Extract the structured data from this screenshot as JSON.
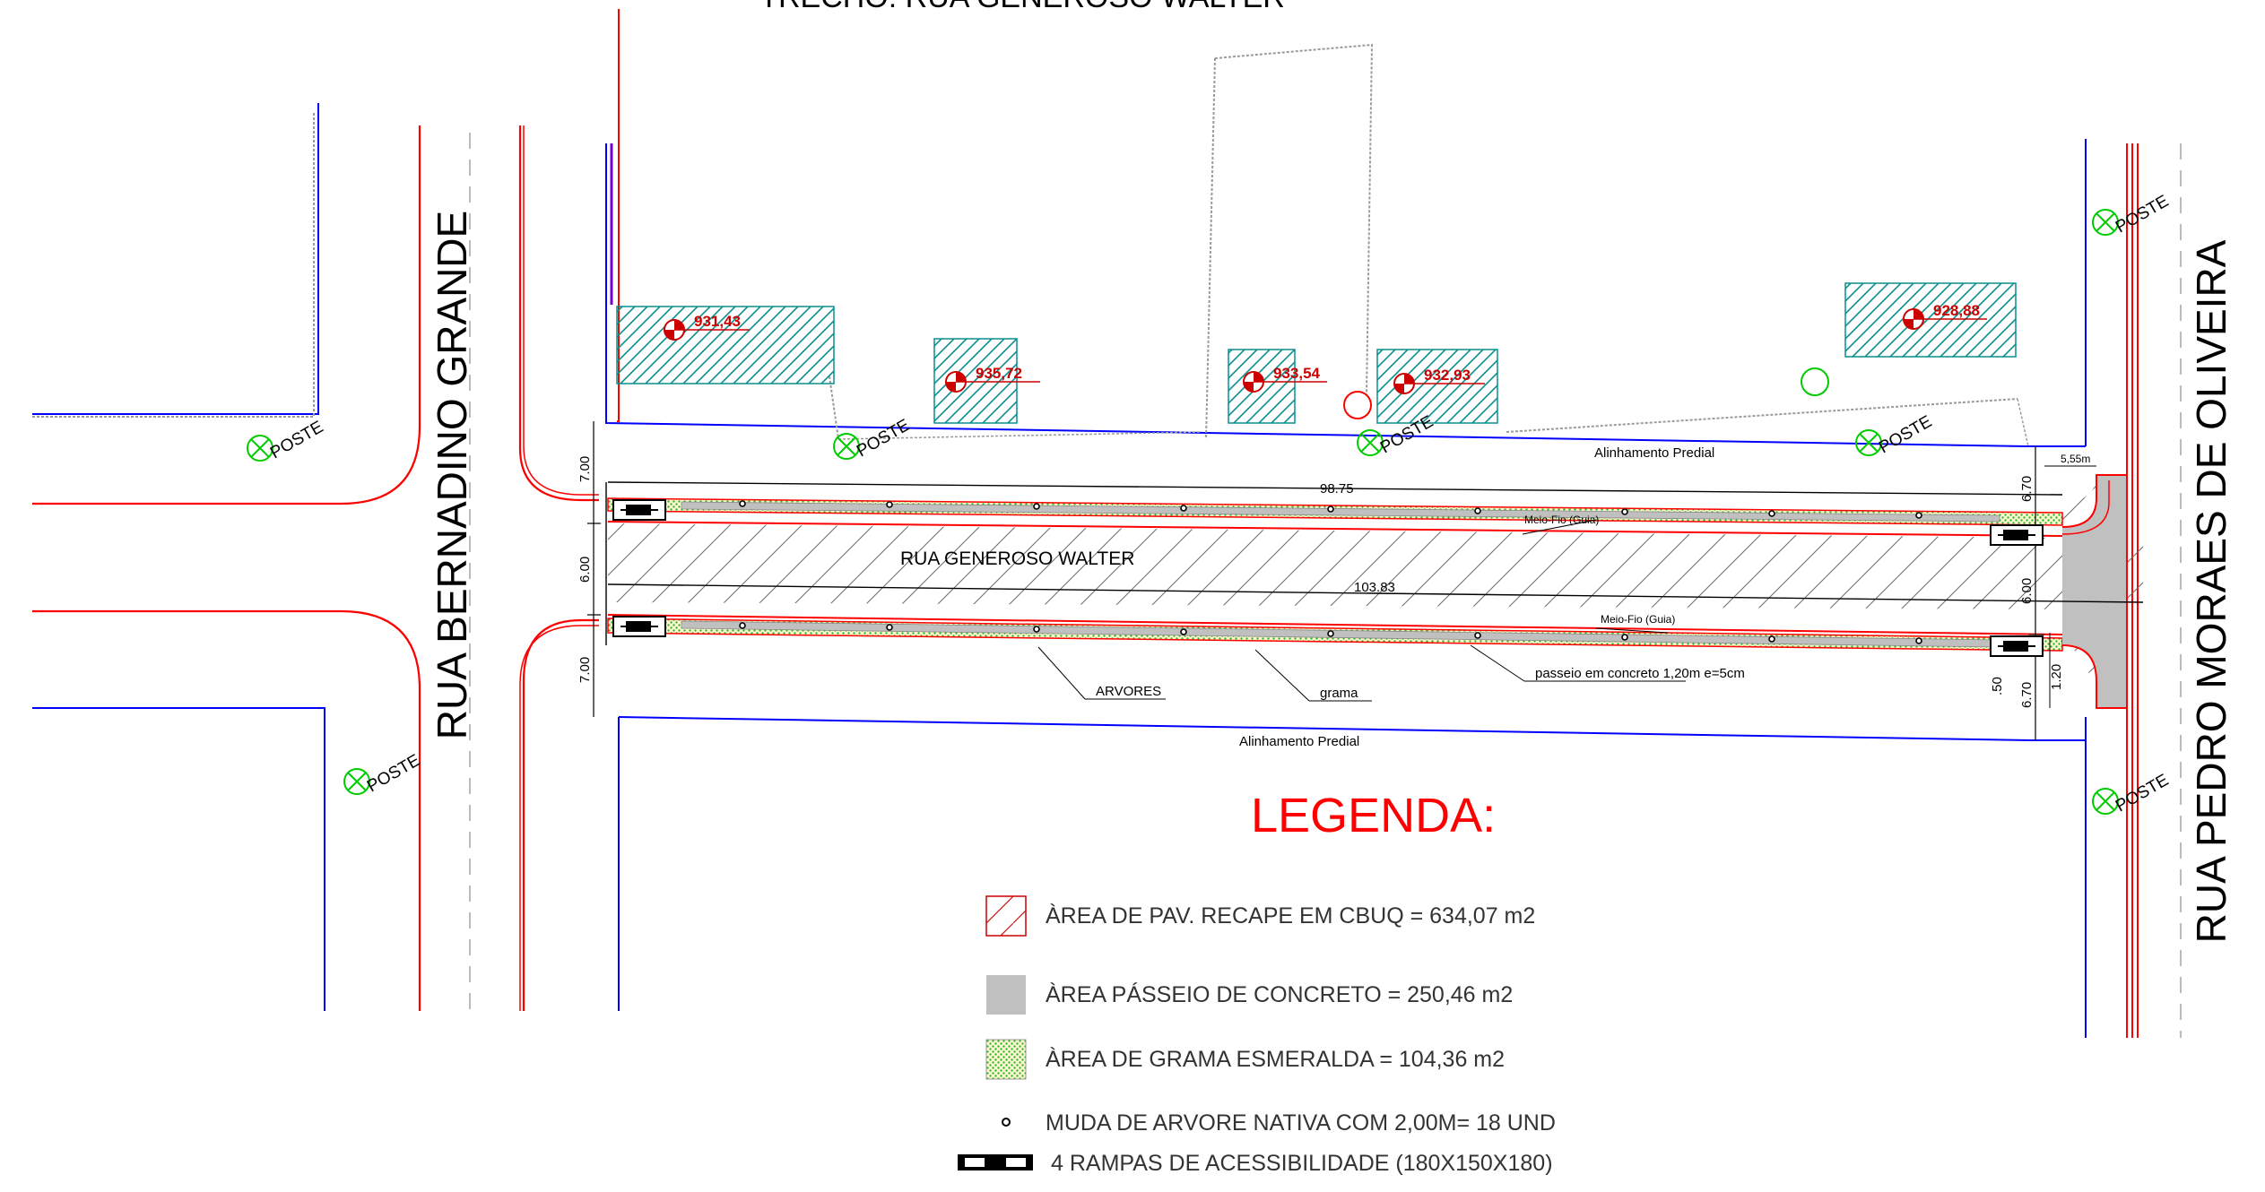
{
  "header_title_cut": "TRECHO: RUA GENEROSO WALTER",
  "streets": {
    "left": "RUA BERNADINO GRANDE",
    "right": "RUA PEDRO MORAES DE OLIVEIRA",
    "main": "RUA GENEROSO WALTER"
  },
  "poste_label": "POSTE",
  "elevations": [
    "931,43",
    "935,72",
    "933,54",
    "932,93",
    "928,88"
  ],
  "labels": {
    "alinhamento": "Alinhamento Predial",
    "meio_fio": "Meio-Fio (Guia)",
    "arvores": "ARVORES",
    "grama": "grama",
    "passeio": "passeio em concreto 1,20m e=5cm"
  },
  "dimensions": {
    "length_top": "98.75",
    "length_mid": "103.83",
    "left_top": "7.00",
    "left_mid": "6.00",
    "left_bot": "7.00",
    "right_top": "6.70",
    "right_mid": "6.00",
    "right_bot": "6.70",
    "right_small_1": ".50",
    "right_small_2": "1.20",
    "radius": "5,55m"
  },
  "legend": {
    "title": "LEGENDA:",
    "items": [
      {
        "symbol": "hatch-red",
        "text": "ÀREA DE PAV. RECAPE EM CBUQ = 634,07 m2"
      },
      {
        "symbol": "gray-fill",
        "text": "ÀREA PÁSSEIO DE CONCRETO = 250,46  m2"
      },
      {
        "symbol": "green-dots",
        "text": "ÀREA DE GRAMA ESMERALDA =  104,36 m2"
      },
      {
        "symbol": "tree-dot",
        "text": "MUDA DE ARVORE NATIVA COM 2,00M= 18 UND"
      },
      {
        "symbol": "ramp",
        "text": "4 RAMPAS DE ACESSIBILIDADE (180X150X180)"
      }
    ]
  },
  "colors": {
    "curb": "#ff0000",
    "property_line": "#0000ff",
    "building_hatch": "#0a8f8f",
    "poste": "#00cc00",
    "concrete": "#c0c0c0",
    "grass": "#33cc33"
  }
}
